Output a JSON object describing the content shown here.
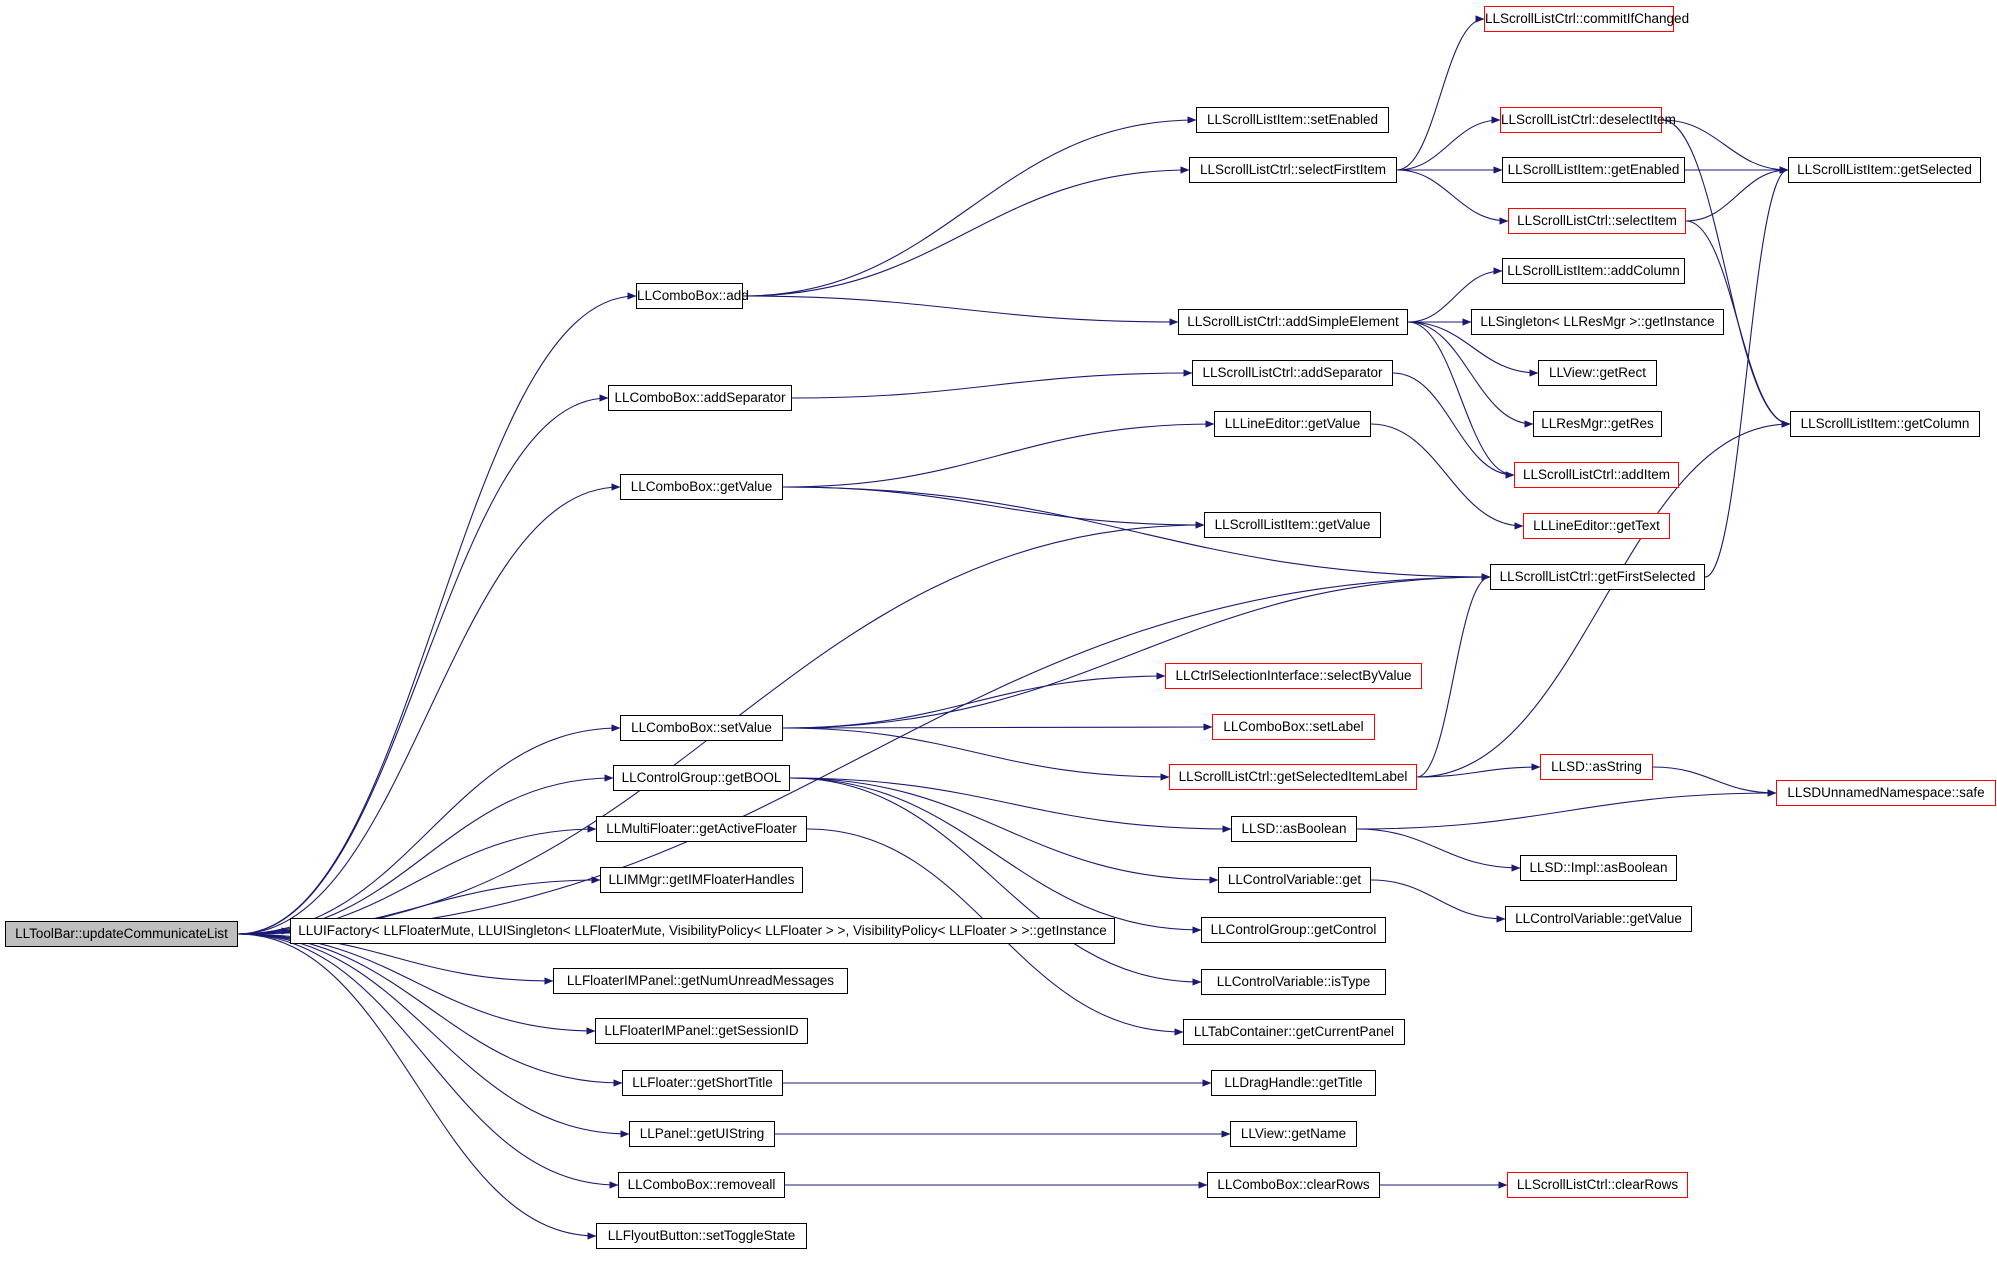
{
  "graph": {
    "root": "LLToolBar::updateCommunicateList",
    "nodes": [
      {
        "id": "root",
        "label": "LLToolBar::updateCommunicateList",
        "kind": "root"
      },
      {
        "id": "cb_add",
        "label": "LLComboBox::add",
        "kind": "normal"
      },
      {
        "id": "cb_addSep",
        "label": "LLComboBox::addSeparator",
        "kind": "normal"
      },
      {
        "id": "cb_getValue",
        "label": "LLComboBox::getValue",
        "kind": "normal"
      },
      {
        "id": "cb_setValue",
        "label": "LLComboBox::setValue",
        "kind": "normal"
      },
      {
        "id": "cg_getBOOL",
        "label": "LLControlGroup::getBOOL",
        "kind": "normal"
      },
      {
        "id": "mf_getActive",
        "label": "LLMultiFloater::getActiveFloater",
        "kind": "normal"
      },
      {
        "id": "im_getHandles",
        "label": "LLIMMgr::getIMFloaterHandles",
        "kind": "normal"
      },
      {
        "id": "uif_getInstance",
        "label": "LLUIFactory< LLFloaterMute, LLUISingleton< LLFloaterMute, VisibilityPolicy< LLFloater > >, VisibilityPolicy< LLFloater > >::getInstance",
        "kind": "normal"
      },
      {
        "id": "fip_getNum",
        "label": "LLFloaterIMPanel::getNumUnreadMessages",
        "kind": "normal"
      },
      {
        "id": "fip_getSession",
        "label": "LLFloaterIMPanel::getSessionID",
        "kind": "normal"
      },
      {
        "id": "fl_getShortTitle",
        "label": "LLFloater::getShortTitle",
        "kind": "normal"
      },
      {
        "id": "pn_getUIString",
        "label": "LLPanel::getUIString",
        "kind": "normal"
      },
      {
        "id": "cb_removeall",
        "label": "LLComboBox::removeall",
        "kind": "normal"
      },
      {
        "id": "fb_setToggle",
        "label": "LLFlyoutButton::setToggleState",
        "kind": "normal"
      },
      {
        "id": "sli_setEnabled",
        "label": "LLScrollListItem::setEnabled",
        "kind": "normal"
      },
      {
        "id": "slc_selectFirst",
        "label": "LLScrollListCtrl::selectFirstItem",
        "kind": "normal"
      },
      {
        "id": "slc_addSimple",
        "label": "LLScrollListCtrl::addSimpleElement",
        "kind": "normal"
      },
      {
        "id": "slc_addSep",
        "label": "LLScrollListCtrl::addSeparator",
        "kind": "normal"
      },
      {
        "id": "le_getValue",
        "label": "LLLineEditor::getValue",
        "kind": "normal"
      },
      {
        "id": "sli_getValue",
        "label": "LLScrollListItem::getValue",
        "kind": "normal"
      },
      {
        "id": "csi_selectByValue",
        "label": "LLCtrlSelectionInterface::selectByValue",
        "kind": "truncated"
      },
      {
        "id": "cb_setLabel",
        "label": "LLComboBox::setLabel",
        "kind": "truncated"
      },
      {
        "id": "slc_getSelLabel",
        "label": "LLScrollListCtrl::getSelectedItemLabel",
        "kind": "truncated"
      },
      {
        "id": "lsd_asBoolean",
        "label": "LLSD::asBoolean",
        "kind": "normal"
      },
      {
        "id": "cv_get",
        "label": "LLControlVariable::get",
        "kind": "normal"
      },
      {
        "id": "cg_getControl",
        "label": "LLControlGroup::getControl",
        "kind": "normal"
      },
      {
        "id": "cv_isType",
        "label": "LLControlVariable::isType",
        "kind": "normal"
      },
      {
        "id": "tc_getCurrent",
        "label": "LLTabContainer::getCurrentPanel",
        "kind": "normal"
      },
      {
        "id": "dh_getTitle",
        "label": "LLDragHandle::getTitle",
        "kind": "normal"
      },
      {
        "id": "vw_getName",
        "label": "LLView::getName",
        "kind": "normal"
      },
      {
        "id": "cb_clearRows",
        "label": "LLComboBox::clearRows",
        "kind": "normal"
      },
      {
        "id": "slc_commit",
        "label": "LLScrollListCtrl::commitIfChanged",
        "kind": "truncated"
      },
      {
        "id": "slc_deselect",
        "label": "LLScrollListCtrl::deselectItem",
        "kind": "truncated"
      },
      {
        "id": "sli_getEnabled",
        "label": "LLScrollListItem::getEnabled",
        "kind": "normal"
      },
      {
        "id": "slc_selectItem",
        "label": "LLScrollListCtrl::selectItem",
        "kind": "truncated"
      },
      {
        "id": "sli_addColumn",
        "label": "LLScrollListItem::addColumn",
        "kind": "normal"
      },
      {
        "id": "sing_getInstance",
        "label": "LLSingleton< LLResMgr >::getInstance",
        "kind": "normal"
      },
      {
        "id": "vw_getRect",
        "label": "LLView::getRect",
        "kind": "normal"
      },
      {
        "id": "rm_getRes",
        "label": "LLResMgr::getRes",
        "kind": "normal"
      },
      {
        "id": "slc_addItem",
        "label": "LLScrollListCtrl::addItem",
        "kind": "truncated"
      },
      {
        "id": "le_getText",
        "label": "LLLineEditor::getText",
        "kind": "truncated"
      },
      {
        "id": "slc_getFirstSel",
        "label": "LLScrollListCtrl::getFirstSelected",
        "kind": "normal"
      },
      {
        "id": "lsd_asString",
        "label": "LLSD::asString",
        "kind": "truncated"
      },
      {
        "id": "impl_asBoolean",
        "label": "LLSD::Impl::asBoolean",
        "kind": "normal"
      },
      {
        "id": "cv_getValue",
        "label": "LLControlVariable::getValue",
        "kind": "normal"
      },
      {
        "id": "slc_clearRows",
        "label": "LLScrollListCtrl::clearRows",
        "kind": "truncated"
      },
      {
        "id": "sli_getSelected",
        "label": "LLScrollListItem::getSelected",
        "kind": "normal"
      },
      {
        "id": "sli_getColumn",
        "label": "LLScrollListItem::getColumn",
        "kind": "normal"
      },
      {
        "id": "unnamed_safe",
        "label": "LLSDUnnamedNamespace::safe",
        "kind": "truncated"
      }
    ],
    "edges": [
      [
        "root",
        "cb_add"
      ],
      [
        "root",
        "cb_addSep"
      ],
      [
        "root",
        "cb_getValue"
      ],
      [
        "root",
        "sli_getValue"
      ],
      [
        "root",
        "slc_getFirstSel"
      ],
      [
        "root",
        "cb_setValue"
      ],
      [
        "root",
        "cg_getBOOL"
      ],
      [
        "root",
        "mf_getActive"
      ],
      [
        "root",
        "im_getHandles"
      ],
      [
        "root",
        "uif_getInstance"
      ],
      [
        "root",
        "fip_getNum"
      ],
      [
        "root",
        "fip_getSession"
      ],
      [
        "root",
        "fl_getShortTitle"
      ],
      [
        "root",
        "pn_getUIString"
      ],
      [
        "root",
        "cb_removeall"
      ],
      [
        "root",
        "fb_setToggle"
      ],
      [
        "cb_add",
        "sli_setEnabled"
      ],
      [
        "cb_add",
        "slc_selectFirst"
      ],
      [
        "cb_add",
        "slc_addSimple"
      ],
      [
        "cb_addSep",
        "slc_addSep"
      ],
      [
        "cb_getValue",
        "le_getValue"
      ],
      [
        "cb_getValue",
        "sli_getValue"
      ],
      [
        "cb_getValue",
        "slc_getFirstSel"
      ],
      [
        "cb_setValue",
        "slc_getFirstSel"
      ],
      [
        "cb_setValue",
        "csi_selectByValue"
      ],
      [
        "cb_setValue",
        "cb_setLabel"
      ],
      [
        "cb_setValue",
        "slc_getSelLabel"
      ],
      [
        "cg_getBOOL",
        "lsd_asBoolean"
      ],
      [
        "cg_getBOOL",
        "cv_get"
      ],
      [
        "cg_getBOOL",
        "cg_getControl"
      ],
      [
        "cg_getBOOL",
        "cv_isType"
      ],
      [
        "mf_getActive",
        "tc_getCurrent"
      ],
      [
        "fl_getShortTitle",
        "dh_getTitle"
      ],
      [
        "pn_getUIString",
        "vw_getName"
      ],
      [
        "cb_removeall",
        "cb_clearRows"
      ],
      [
        "slc_selectFirst",
        "slc_commit"
      ],
      [
        "slc_selectFirst",
        "slc_deselect"
      ],
      [
        "slc_selectFirst",
        "sli_getEnabled"
      ],
      [
        "slc_selectFirst",
        "slc_selectItem"
      ],
      [
        "slc_selectFirst",
        "sli_getSelected"
      ],
      [
        "slc_deselect",
        "sli_getSelected"
      ],
      [
        "slc_deselect",
        "sli_getColumn"
      ],
      [
        "slc_selectItem",
        "sli_getSelected"
      ],
      [
        "slc_selectItem",
        "sli_getColumn"
      ],
      [
        "slc_addSimple",
        "sli_addColumn"
      ],
      [
        "slc_addSimple",
        "sing_getInstance"
      ],
      [
        "slc_addSimple",
        "vw_getRect"
      ],
      [
        "slc_addSimple",
        "rm_getRes"
      ],
      [
        "slc_addSimple",
        "slc_addItem"
      ],
      [
        "slc_addSep",
        "slc_addItem"
      ],
      [
        "le_getValue",
        "le_getText"
      ],
      [
        "slc_getFirstSel",
        "sli_getSelected"
      ],
      [
        "slc_getSelLabel",
        "slc_getFirstSel"
      ],
      [
        "slc_getSelLabel",
        "sli_getColumn"
      ],
      [
        "slc_getSelLabel",
        "lsd_asString"
      ],
      [
        "lsd_asBoolean",
        "impl_asBoolean"
      ],
      [
        "lsd_asBoolean",
        "unnamed_safe"
      ],
      [
        "lsd_asString",
        "unnamed_safe"
      ],
      [
        "cv_get",
        "cv_getValue"
      ],
      [
        "cb_clearRows",
        "slc_clearRows"
      ]
    ]
  },
  "colors": {
    "edge": "#191970",
    "node_border": "#000000",
    "truncated_border": "#ff0000",
    "root_fill": "#bfbfbf",
    "node_fill": "#ffffff"
  }
}
